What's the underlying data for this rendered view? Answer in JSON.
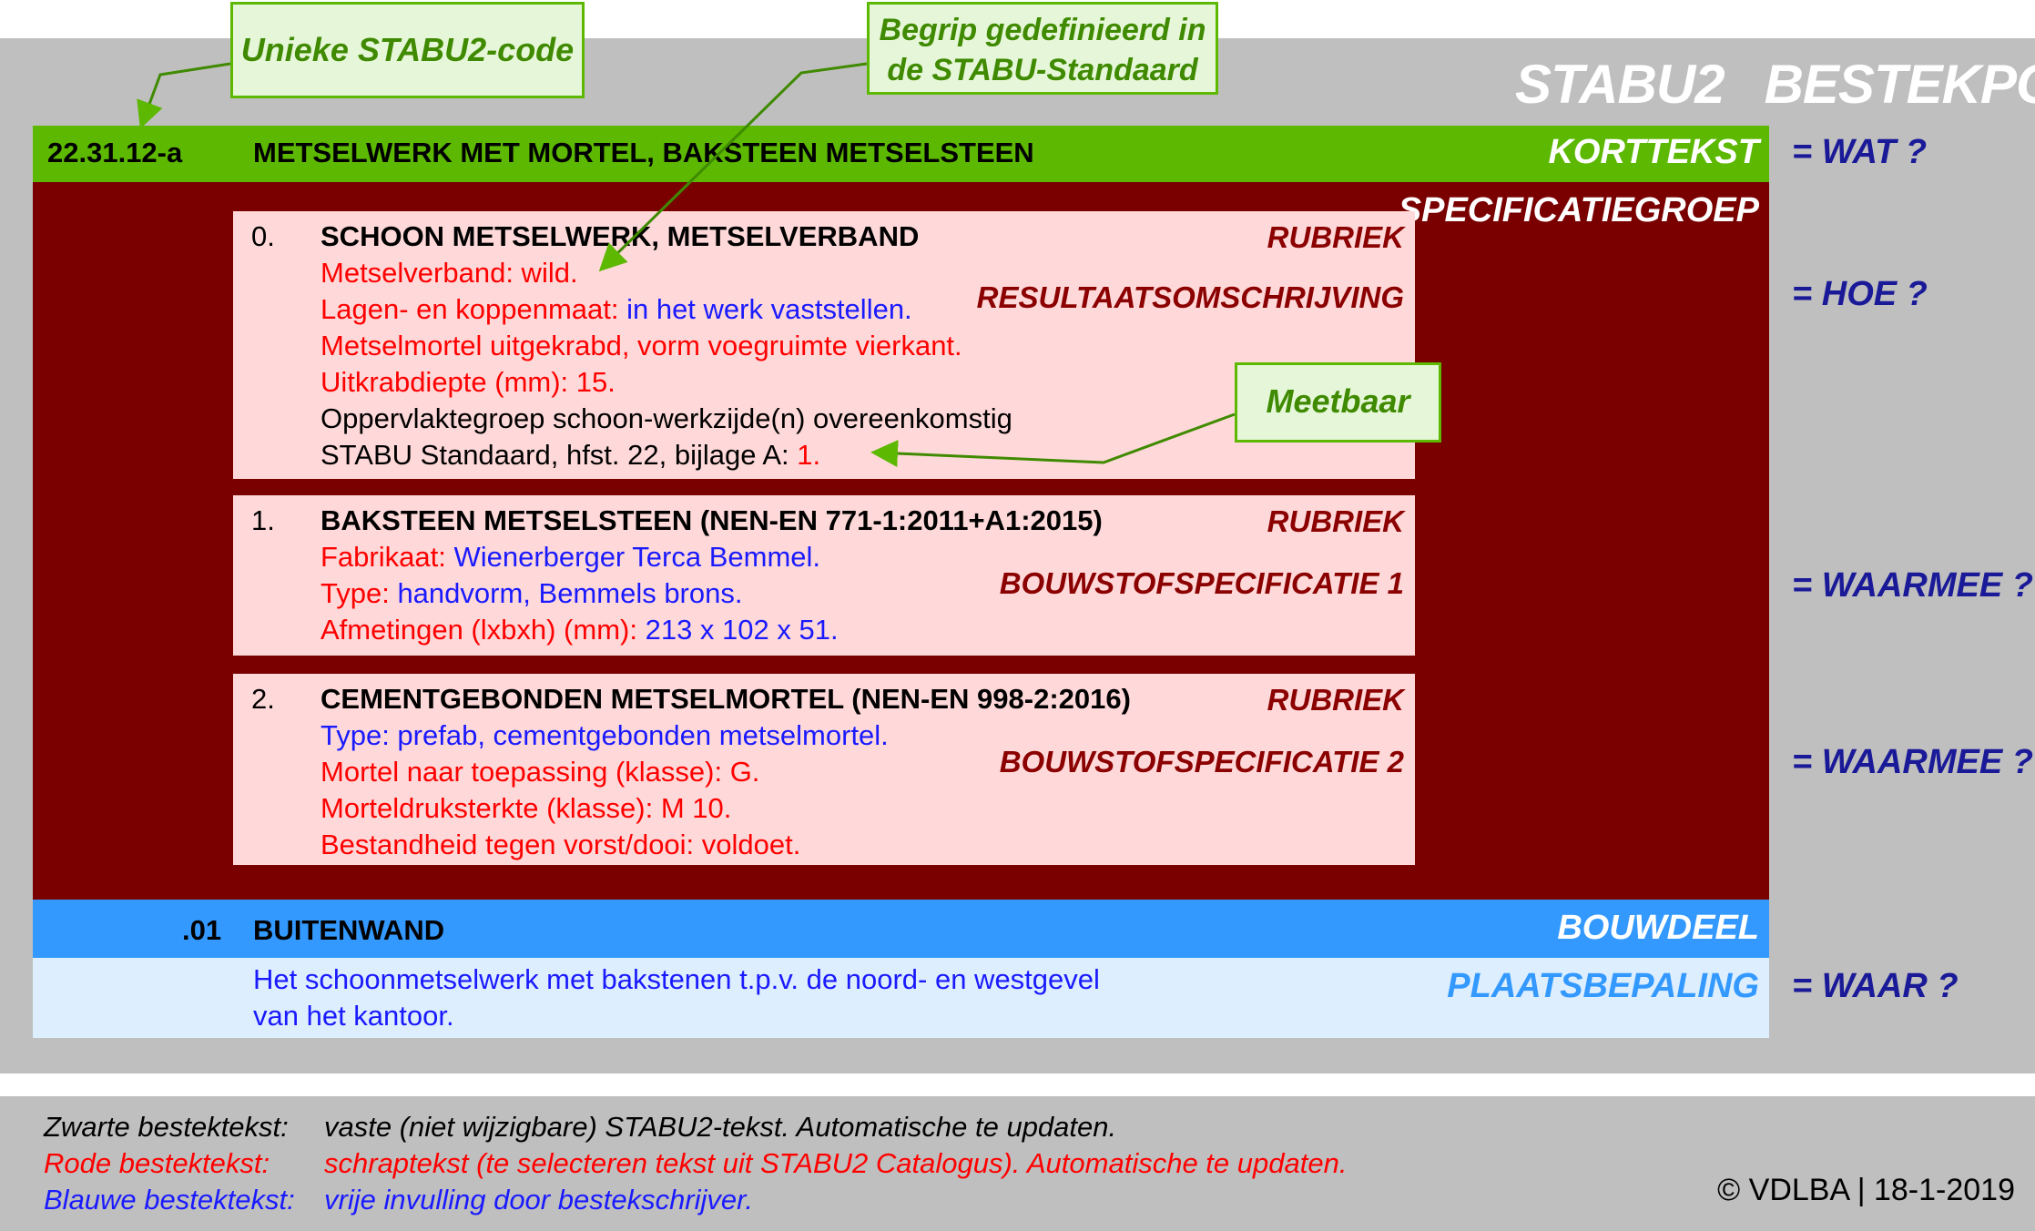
{
  "header": {
    "title_a": "STABU2",
    "title_b": "BESTEKPOST"
  },
  "callouts": {
    "unique_code": "Unieke STABU2-code",
    "begrip_line1": "Begrip gedefinieerd in",
    "begrip_line2": "de STABU-Standaard",
    "meetbaar": "Meetbaar"
  },
  "korttekst": {
    "code": "22.31.12-a",
    "text": "METSELWERK MET MORTEL, BAKSTEEN METSELSTEEN",
    "label": "KORTTEKST"
  },
  "specificatiegroep_label": "SPECIFICATIEGROEP",
  "questions": {
    "wat": "= WAT ?",
    "hoe": "= HOE ?",
    "waarmee1": "= WAARMEE ?",
    "waarmee2": "= WAARMEE ?",
    "waar": "= WAAR ?"
  },
  "blocks": [
    {
      "num": "0.",
      "heading": "SCHOON METSELWERK, METSELVERBAND",
      "rubriek": "RUBRIEK",
      "sublabel": "RESULTAATSOMSCHRIJVING",
      "lines": [
        {
          "red": "Metselverband: wild.",
          "blue": ""
        },
        {
          "red": "Lagen- en koppenmaat:",
          "blue": " in het werk vaststellen."
        },
        {
          "red": "Metselmortel uitgekrabd, vorm voegruimte vierkant.",
          "blue": ""
        },
        {
          "red": "Uitkrabdiepte (mm): 15.",
          "blue": ""
        },
        {
          "black": "Oppervlaktegroep schoon-werkzijde(n) overeenkomstig"
        },
        {
          "black": "STABU Standaard, hfst. 22, bijlage A: ",
          "red": "1."
        }
      ]
    },
    {
      "num": "1.",
      "heading": "BAKSTEEN METSELSTEEN (NEN-EN 771-1:2011+A1:2015)",
      "rubriek": "RUBRIEK",
      "sublabel": "BOUWSTOFSPECIFICATIE 1",
      "lines": [
        {
          "red": "Fabrikaat:",
          "blue": " Wienerberger Terca Bemmel."
        },
        {
          "red": "Type:",
          "blue": " handvorm, Bemmels brons."
        },
        {
          "red": "Afmetingen (lxbxh) (mm):",
          "blue": " 213 x 102 x 51."
        }
      ]
    },
    {
      "num": "2.",
      "heading": "CEMENTGEBONDEN METSELMORTEL (NEN-EN 998-2:2016)",
      "rubriek": "RUBRIEK",
      "sublabel": "BOUWSTOFSPECIFICATIE 2",
      "lines": [
        {
          "blue": "Type: prefab, cementgebonden metselmortel."
        },
        {
          "red": "Mortel naar toepassing (klasse): G."
        },
        {
          "red": "Morteldruksterkte (klasse): M 10."
        },
        {
          "red": "Bestandheid tegen vorst/dooi: voldoet."
        }
      ]
    }
  ],
  "bouwdeel": {
    "code": ".01",
    "text": "BUITENWAND",
    "label": "BOUWDEEL"
  },
  "plaatsbepaling": {
    "line1": "Het schoonmetselwerk met bakstenen t.p.v. de noord- en westgevel",
    "line2": "van het kantoor.",
    "label": "PLAATSBEPALING"
  },
  "legend": [
    {
      "key": "Zwarte bestektekst:",
      "value": "vaste (niet wijzigbare) STABU2-tekst. Automatische te updaten.",
      "color": "#000000"
    },
    {
      "key": "Rode bestektekst:",
      "value": "schraptekst (te selecteren tekst uit STABU2 Catalogus). Automatische te updaten.",
      "color": "#ff0000"
    },
    {
      "key": "Blauwe bestektekst:",
      "value": "vrije invulling door bestekschrijver.",
      "color": "#1a1aff"
    }
  ],
  "copyright": "© VDLBA | 18-1-2019",
  "colors": {
    "green": "#5cb800",
    "darkred": "#7a0000",
    "blue": "#3399ff",
    "lightblue": "#ddeeff",
    "pink": "#ffd9d9"
  }
}
